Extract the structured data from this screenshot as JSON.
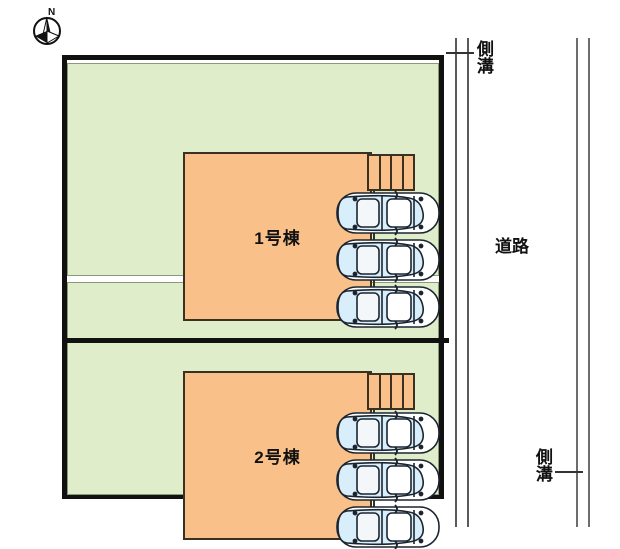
{
  "diagram": {
    "type": "site-plan",
    "title_visible": false,
    "compass": {
      "label": "N",
      "icon": "compass-north-icon"
    },
    "colors": {
      "lot_fill": "#DFEDCB",
      "building_fill": "#F9C189",
      "building_outline": "#3B3122",
      "site_border": "#111111",
      "car_body": "#FFFFFF",
      "car_glass": "#BFE0F5",
      "gutter_line": "#5A5A5A",
      "background": "#FFFFFF"
    },
    "lots": [
      {
        "id": "lot-1",
        "building_label": "1号棟",
        "parking_spaces": 3,
        "has_stairs": true
      },
      {
        "id": "lot-2",
        "building_label": "2号棟",
        "parking_spaces": 3,
        "has_stairs": true
      }
    ],
    "annotations": [
      {
        "id": "gutter-top",
        "text": "側溝",
        "orientation": "vertical",
        "leader": "left"
      },
      {
        "id": "road",
        "text": "道路",
        "orientation": "horizontal",
        "leader": "none"
      },
      {
        "id": "gutter-bottom",
        "text": "側溝",
        "orientation": "vertical",
        "leader": "right"
      }
    ]
  }
}
